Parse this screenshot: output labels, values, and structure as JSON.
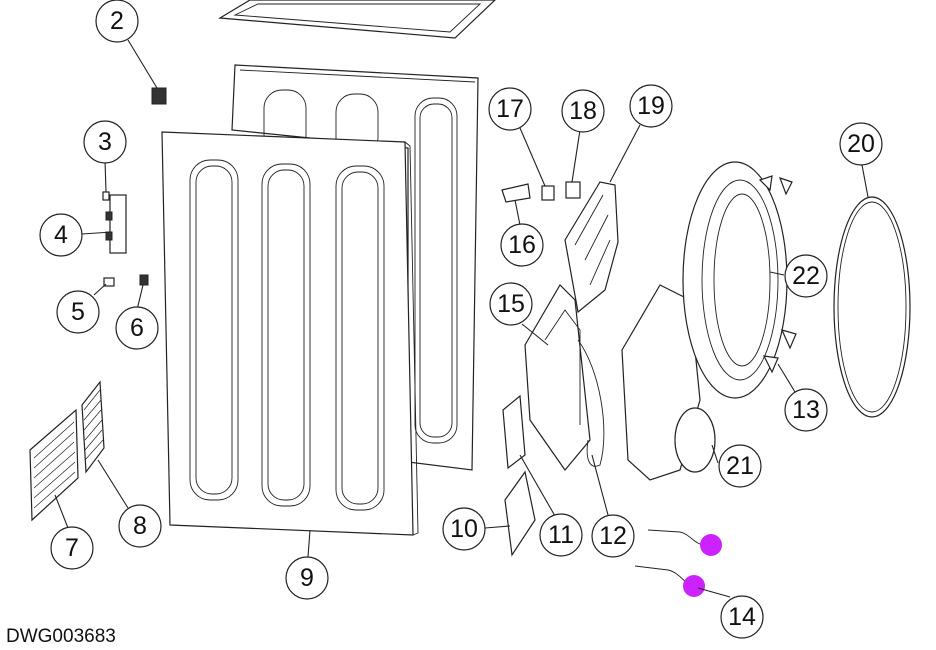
{
  "drawing_number": "DWG003683",
  "highlight_color": "#cc22ff",
  "callouts": [
    {
      "id": "c2",
      "label": "2"
    },
    {
      "id": "c3",
      "label": "3"
    },
    {
      "id": "c4",
      "label": "4"
    },
    {
      "id": "c5",
      "label": "5"
    },
    {
      "id": "c6",
      "label": "6"
    },
    {
      "id": "c7",
      "label": "7"
    },
    {
      "id": "c8",
      "label": "8"
    },
    {
      "id": "c9",
      "label": "9"
    },
    {
      "id": "c10",
      "label": "10"
    },
    {
      "id": "c11",
      "label": "11"
    },
    {
      "id": "c12",
      "label": "12"
    },
    {
      "id": "c13",
      "label": "13"
    },
    {
      "id": "c14",
      "label": "14"
    },
    {
      "id": "c15",
      "label": "15"
    },
    {
      "id": "c16",
      "label": "16"
    },
    {
      "id": "c17",
      "label": "17"
    },
    {
      "id": "c18",
      "label": "18"
    },
    {
      "id": "c19",
      "label": "19"
    },
    {
      "id": "c20",
      "label": "20"
    },
    {
      "id": "c21",
      "label": "21"
    },
    {
      "id": "c22",
      "label": "22"
    }
  ]
}
